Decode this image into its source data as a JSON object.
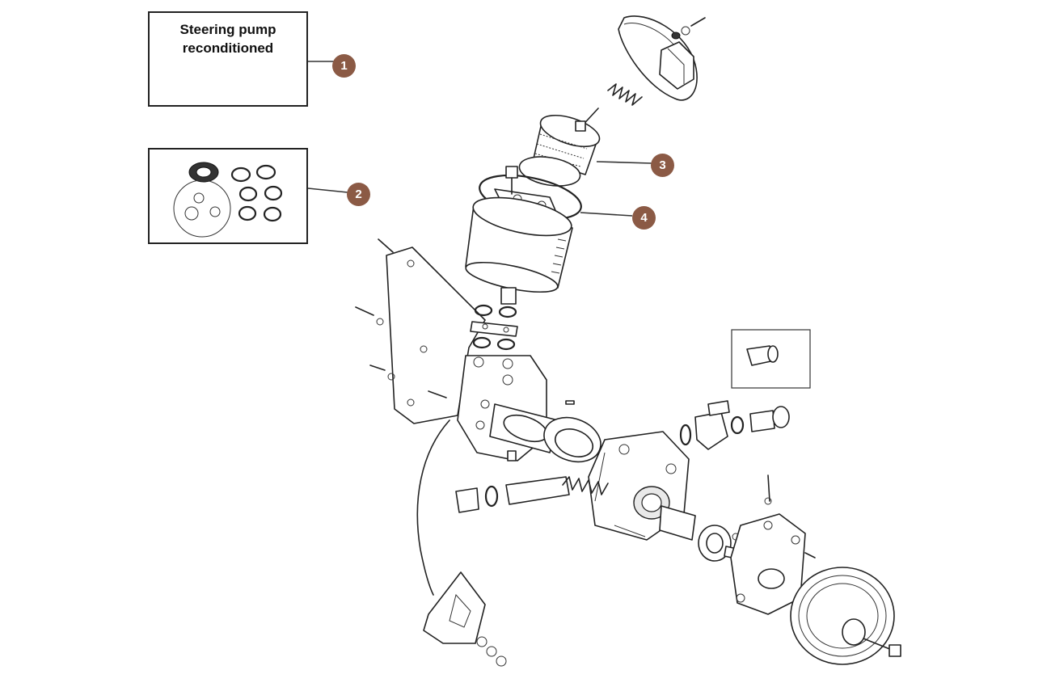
{
  "parts_box_1": {
    "label_line1": "Steering pump",
    "label_line2": "reconditioned"
  },
  "callouts": [
    {
      "number": "1",
      "part": "steering-pump-reconditioned"
    },
    {
      "number": "2",
      "part": "seal-kit"
    },
    {
      "number": "3",
      "part": "filter-element"
    },
    {
      "number": "4",
      "part": "reservoir-gasket"
    }
  ],
  "colors": {
    "callout_fill": "#8b5a45",
    "line": "#222222",
    "background": "#ffffff"
  }
}
